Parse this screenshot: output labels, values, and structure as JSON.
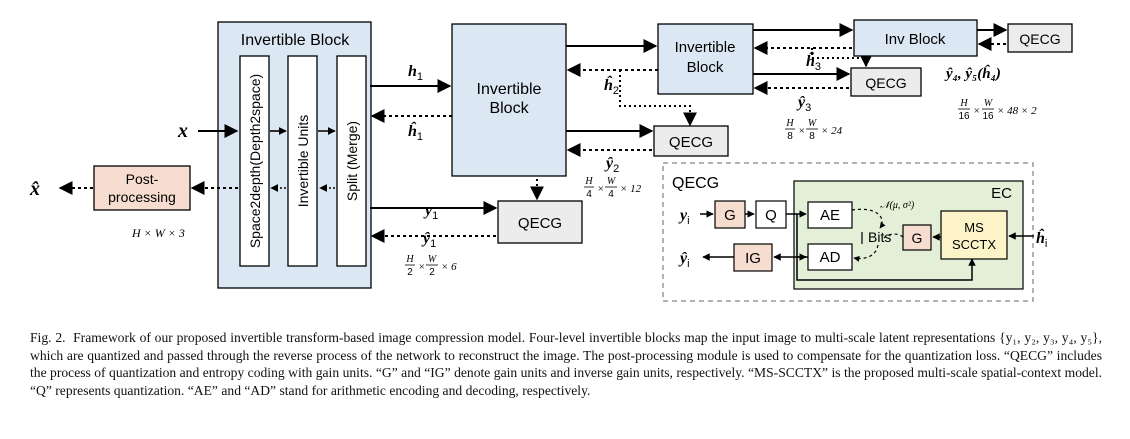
{
  "diagram": {
    "input_x": "x",
    "output_xhat": "x̂",
    "main_block": {
      "title": "Invertible Block",
      "col1": "Space2depth(Depth2space)",
      "col2": "Invertible Units",
      "col3": "Split (Merge)"
    },
    "postproc_line1": "Post-",
    "postproc_line2": "processing",
    "dim_full": "H × W × 3",
    "block2": {
      "line1": "Invertible",
      "line2": "Block"
    },
    "block3": {
      "line1": "Invertible",
      "line2": "Block"
    },
    "block4": "Inv Block",
    "qecg": "QECG",
    "h1": "h",
    "h1_sub": "1",
    "h2_sub": "2",
    "h3_sub": "3",
    "y1": "y",
    "y1_sub": "1",
    "y2_sub": "2",
    "y3_sub": "3",
    "y45_label": "ŷ₄, ŷ₅(ĥ₄)",
    "dims": {
      "d2": {
        "a": "H",
        "b": "2",
        "c": "W",
        "d": "2",
        "e": "× 6"
      },
      "d4": {
        "a": "H",
        "b": "4",
        "c": "W",
        "d": "4",
        "e": "× 12"
      },
      "d8": {
        "a": "H",
        "b": "8",
        "c": "W",
        "d": "8",
        "e": "× 24"
      },
      "d16": {
        "a": "H",
        "b": "16",
        "c": "W",
        "d": "16",
        "e": "× 48 × 2"
      }
    },
    "detail": {
      "title": "QECG",
      "ec": "EC",
      "g": "G",
      "q": "Q",
      "ae": "AE",
      "ad": "AD",
      "ig": "IG",
      "bits": "Bits",
      "ms_line1": "MS",
      "ms_line2": "SCCTX",
      "gauss": "𝒩(μ, σ²)",
      "yi": "y",
      "yi_sub": "i",
      "hi_sub": "i"
    }
  },
  "caption": {
    "lead": "Fig. 2.",
    "text": "Framework of our proposed invertible transform-based image compression model. Four-level invertible blocks map the input image to multi-scale latent representations {y₁, y₂, y₃, y₄, y₅}, which are quantized and passed through the reverse process of the network to reconstruct the image. The post-processing module is used to compensate for the quantization loss. “QECG” includes the process of quantization and entropy coding with gain units. “G” and “IG” denote gain units and inverse gain units, respectively. “MS-SCCTX” is the proposed multi-scale spatial-context model. “Q” represents quantization. “AE” and “AD” stand for arithmetic encoding and decoding, respectively."
  },
  "colors": {
    "block_blue": "#dbe7f3",
    "qecg_gray": "#ececec",
    "gain_pink": "#f6ddd0",
    "ec_green": "#e3efd6",
    "ms_yellow": "#fdf3c9"
  }
}
